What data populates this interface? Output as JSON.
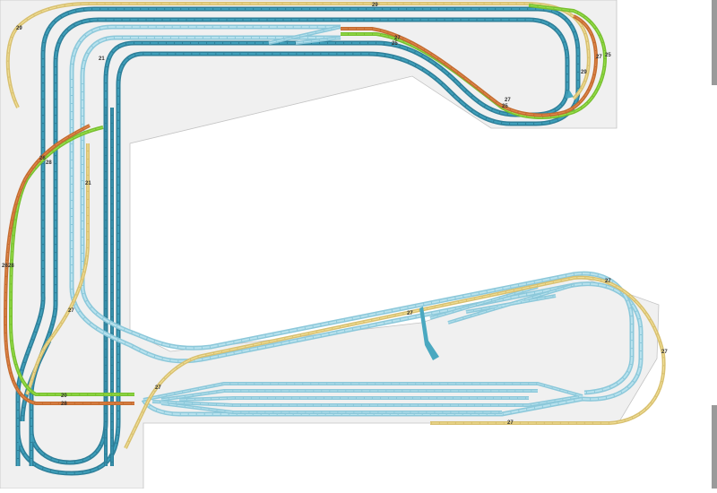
{
  "colors": {
    "teal": "#3f9fba",
    "light_blue": "#b8e2ee",
    "yellow": "#f3e29a",
    "green": "#9be34e",
    "orange": "#e38a4e",
    "baseboard": "#f0f0f0"
  },
  "labels": {
    "l01": "29",
    "l02": "29",
    "l03": "27",
    "l04": "25",
    "l05": "27",
    "l06": "25",
    "l07": "29",
    "l08": "27",
    "l09": "25",
    "l10": "21",
    "l11": "21",
    "l12": "26",
    "l13": "28",
    "l14": "26",
    "l15": "28",
    "l16": "27",
    "l17": "20",
    "l18": "28",
    "l19": "27",
    "l20": "27",
    "l21": "27",
    "l22": "27",
    "l23": "27"
  }
}
